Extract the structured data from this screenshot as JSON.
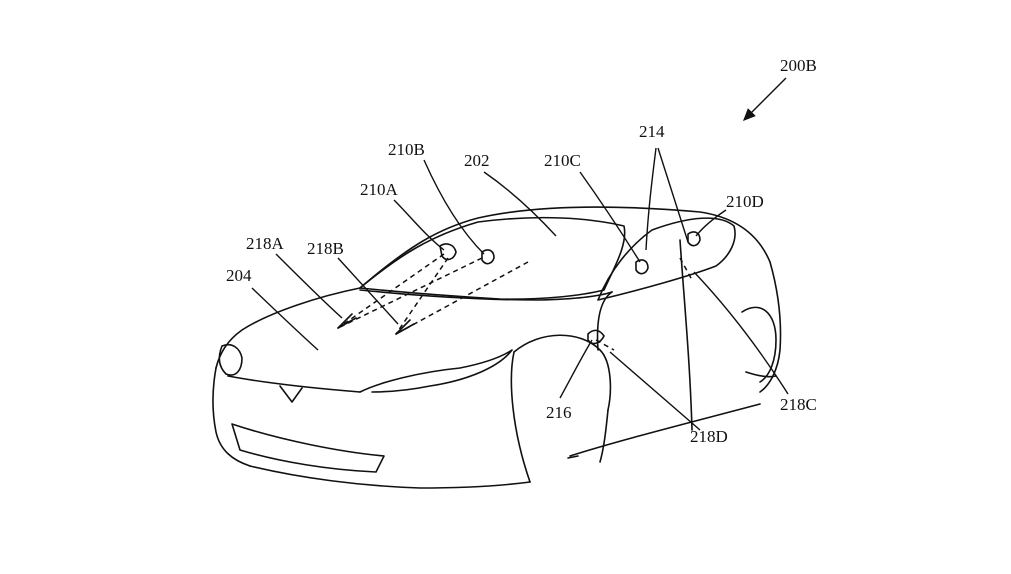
{
  "figure": {
    "ref": "200B",
    "labels": {
      "l202": "202",
      "l204": "204",
      "l210A": "210A",
      "l210B": "210B",
      "l210C": "210C",
      "l210D": "210D",
      "l214": "214",
      "l216": "216",
      "l218A": "218A",
      "l218B": "218B",
      "l218C": "218C",
      "l218D": "218D"
    }
  },
  "colors": {
    "line": "#111111",
    "background": "#ffffff",
    "stipple": "#222222"
  }
}
